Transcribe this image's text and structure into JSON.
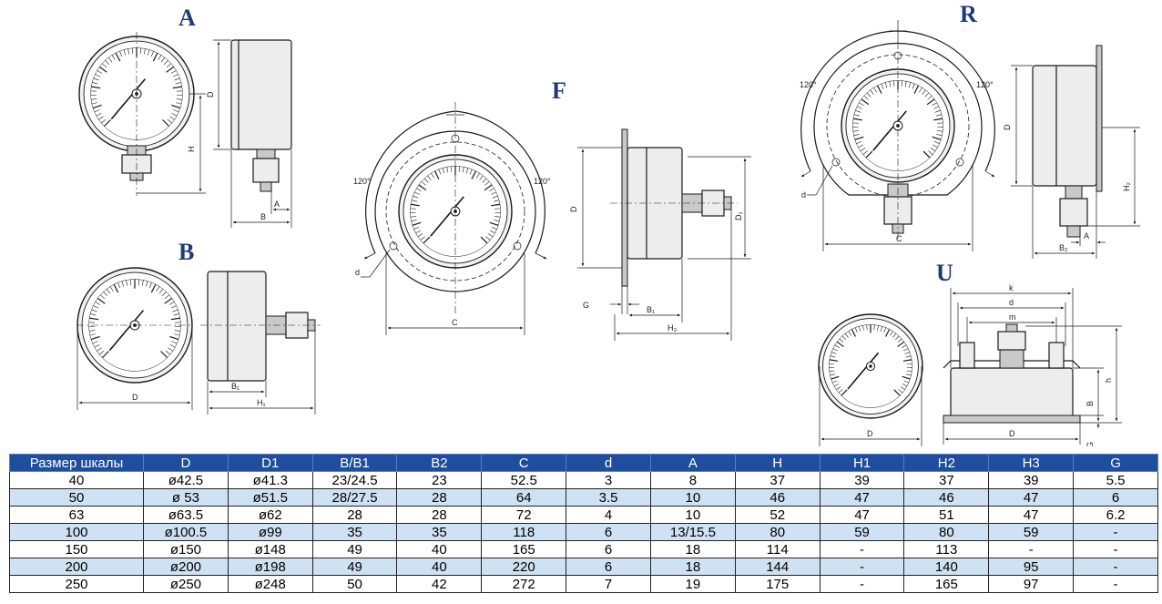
{
  "views": {
    "A": {
      "letter": "A",
      "dims": {
        "D": "D",
        "H": "H",
        "A": "A",
        "B": "B"
      }
    },
    "B": {
      "letter": "B",
      "dims": {
        "D": "D",
        "B1": "B₁",
        "H1": "H₁"
      }
    },
    "F": {
      "letter": "F",
      "dims": {
        "angle_left": "120°",
        "angle_right": "120°",
        "d": "d",
        "C": "C",
        "D": "D",
        "D1": "D₁",
        "G": "G",
        "B1": "B₁",
        "H3": "H₃"
      }
    },
    "R": {
      "letter": "R",
      "dims": {
        "angle_left": "120°",
        "angle_right": "120°",
        "d": "d",
        "C": "C",
        "D": "D",
        "H2": "H₂",
        "A": "A",
        "B2": "B₂"
      }
    },
    "U": {
      "letter": "U",
      "dims": {
        "k": "k",
        "d": "d",
        "m": "m",
        "h": "h",
        "B": "B",
        "D_front": "D",
        "D_side": "D",
        "G": "G"
      }
    }
  },
  "table": {
    "headers": [
      "Размер шкалы",
      "D",
      "D1",
      "B/B1",
      "B2",
      "C",
      "d",
      "A",
      "H",
      "H1",
      "H2",
      "H3",
      "G"
    ],
    "rows": [
      [
        "40",
        "ø42.5",
        "ø41.3",
        "23/24.5",
        "23",
        "52.5",
        "3",
        "8",
        "37",
        "39",
        "37",
        "39",
        "5.5"
      ],
      [
        "50",
        "ø 53",
        "ø51.5",
        "28/27.5",
        "28",
        "64",
        "3.5",
        "10",
        "46",
        "47",
        "46",
        "47",
        "6"
      ],
      [
        "63",
        "ø63.5",
        "ø62",
        "28",
        "28",
        "72",
        "4",
        "10",
        "52",
        "47",
        "51",
        "47",
        "6.2"
      ],
      [
        "100",
        "ø100.5",
        "ø99",
        "35",
        "35",
        "118",
        "6",
        "13/15.5",
        "80",
        "59",
        "80",
        "59",
        "-"
      ],
      [
        "150",
        "ø150",
        "ø148",
        "49",
        "40",
        "165",
        "6",
        "18",
        "114",
        "-",
        "113",
        "-",
        "-"
      ],
      [
        "200",
        "ø200",
        "ø198",
        "49",
        "40",
        "220",
        "6",
        "18",
        "144",
        "-",
        "140",
        "95",
        "-"
      ],
      [
        "250",
        "ø250",
        "ø248",
        "50",
        "42",
        "272",
        "7",
        "19",
        "175",
        "-",
        "165",
        "97",
        "-"
      ]
    ]
  },
  "colors": {
    "header_bg": "#1f4e9e",
    "alt_row_bg": "#cfe2f3",
    "view_letter": "#1f3a7a"
  }
}
